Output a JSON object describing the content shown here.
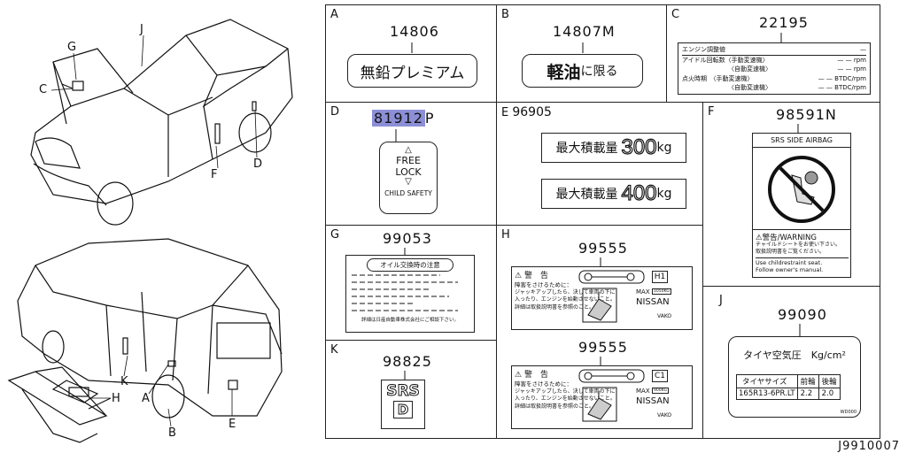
{
  "drawing_id": "J9910007",
  "vehicle_callouts": {
    "g": "G",
    "j": "J",
    "c": "C",
    "f": "F",
    "d": "D",
    "k": "K",
    "a": "A",
    "b": "B",
    "e": "E",
    "h": "H"
  },
  "cells": {
    "A": {
      "letter": "A",
      "part_no": "14806",
      "text": "無鉛プレミアム"
    },
    "B": {
      "letter": "B",
      "part_no": "14807M",
      "text_big": "軽油",
      "text_small": "に限る"
    },
    "C": {
      "letter": "C",
      "part_no": "22195",
      "rows": [
        {
          "l": "エンジン調整値",
          "r": "—"
        },
        {
          "l": "アイドル回転数〈手動変速機〉",
          "r": "— — rpm"
        },
        {
          "l": "〈自動変速機〉",
          "r": "— — rpm"
        },
        {
          "l": "点火時期　〈手動変速機〉",
          "r": "— — BTDC/rpm"
        },
        {
          "l": "〈自動変速機〉",
          "r": "— — BTDC/rpm"
        }
      ]
    },
    "D": {
      "letter": "D",
      "part_no_hl": "81912",
      "part_no_suffix": "P",
      "free": "FREE",
      "lock": "LOCK",
      "caption": "CHILD SAFETY"
    },
    "E": {
      "letter": "E",
      "part_no": "96905",
      "label1": "最大積載量",
      "val1": "300",
      "label2": "最大積載量",
      "val2": "400",
      "unit": "kg"
    },
    "F": {
      "letter": "F",
      "part_no": "98591N",
      "title": "SRS SIDE AIRBAG",
      "warn": "⚠警告/WARNING",
      "jp1": "チャイルドシートをお使い下さい。",
      "jp2": "取扱説明書をご覧ください。",
      "en1": "Use childrestraint seat.",
      "en2": "Follow owner's manual."
    },
    "G": {
      "letter": "G",
      "part_no": "99053",
      "title": "オイル交換時の注意",
      "footer": "詳細は日産自動車株式会社にご相談下さい。"
    },
    "H": {
      "letter": "H",
      "part_no_1": "99555",
      "part_no_2": "99555",
      "warn": "警　告",
      "lines": [
        "障害をさけるために：",
        "ジャッキアップしたら、決して車両の下に",
        "入ったり、エンジンを始動させないこと。",
        "詳細は取扱説明書を参照のこと。"
      ],
      "code1": "H1",
      "code2": "C1",
      "max": "MAX",
      "cap1": "1050KG",
      "cap2": "900KG",
      "brand": "NISSAN",
      "maker": "VAKO"
    },
    "J": {
      "letter": "J",
      "part_no": "99090",
      "title": "タイヤ空気圧　Kg/cm²",
      "h1": "タイヤサイズ",
      "h2": "前輪",
      "h3": "後輪",
      "size": "165R13-6PR.LT",
      "front": "2.2",
      "rear": "2.0",
      "code": "WD000"
    },
    "K": {
      "letter": "K",
      "part_no": "98825",
      "srs": "SRS",
      "d": "D"
    }
  }
}
